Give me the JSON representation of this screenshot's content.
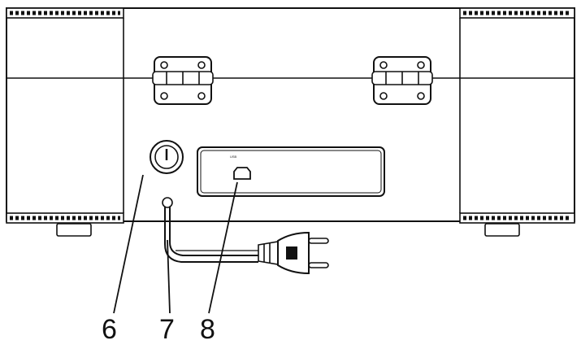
{
  "callouts": {
    "knob": "6",
    "power_cord": "7",
    "usb_port": "8"
  },
  "usb_port_label": "USB",
  "colors": {
    "line": "#111111",
    "background": "#ffffff"
  }
}
